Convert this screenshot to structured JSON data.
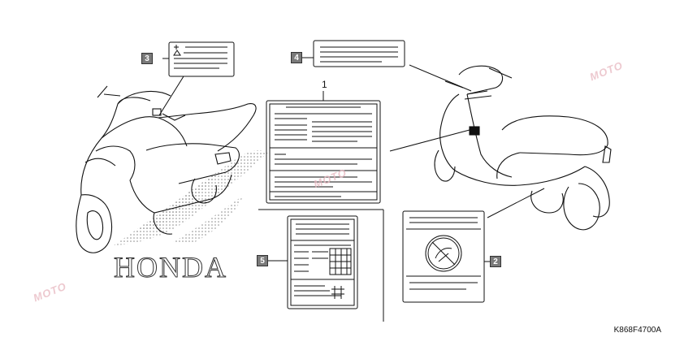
{
  "callouts": [
    {
      "id": "c3",
      "label": "3"
    },
    {
      "id": "c4",
      "label": "4"
    },
    {
      "id": "c5",
      "label": "5"
    },
    {
      "id": "c2",
      "label": "2"
    }
  ],
  "part_number_label": "1",
  "brand_watermark": "HONDA",
  "site_watermark": "MOTO",
  "diagram_code": "K868F4700A",
  "colors": {
    "line": "#111111",
    "callout_fill": "#7a7a7a",
    "dots": "#8a8a8a",
    "watermark": "#e7b7c0"
  }
}
